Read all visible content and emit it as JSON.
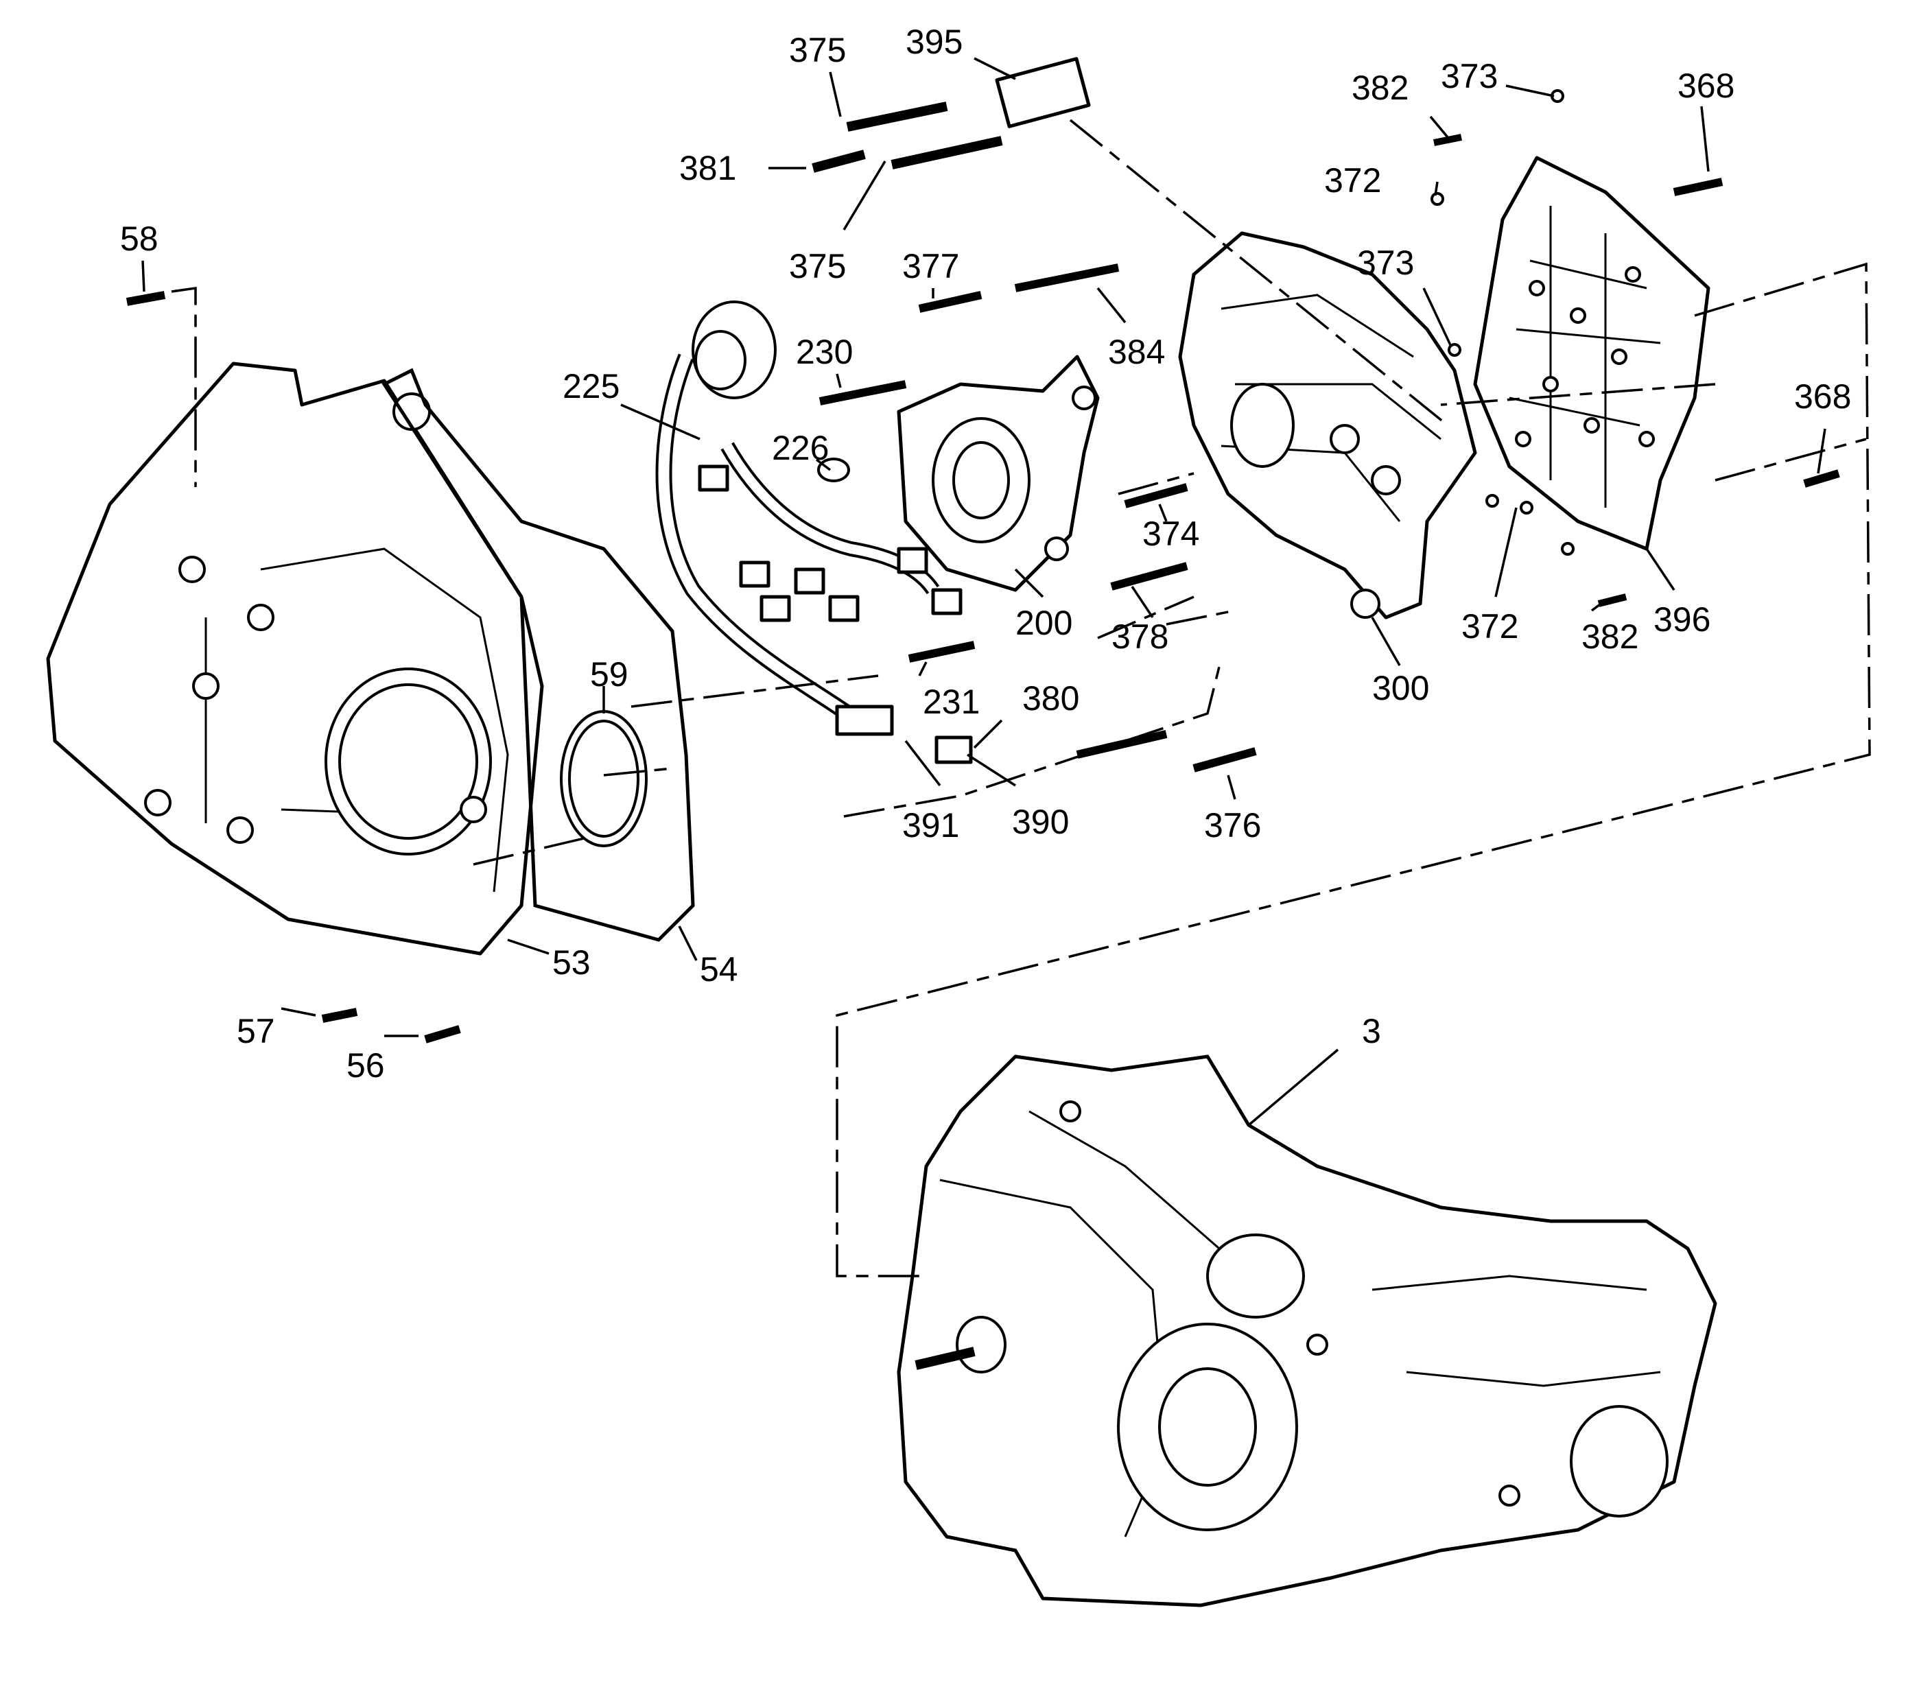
{
  "diagram": {
    "labels": [
      "375",
      "395",
      "381",
      "375",
      "382",
      "373",
      "368",
      "372",
      "373",
      "58",
      "377",
      "384",
      "230",
      "225",
      "226",
      "374",
      "200",
      "378",
      "231",
      "380",
      "390",
      "391",
      "376",
      "300",
      "372",
      "382",
      "396",
      "368",
      "59",
      "53",
      "54",
      "57",
      "56",
      "3"
    ],
    "colors": {
      "ink": "#000000",
      "paper": "#ffffff"
    }
  }
}
